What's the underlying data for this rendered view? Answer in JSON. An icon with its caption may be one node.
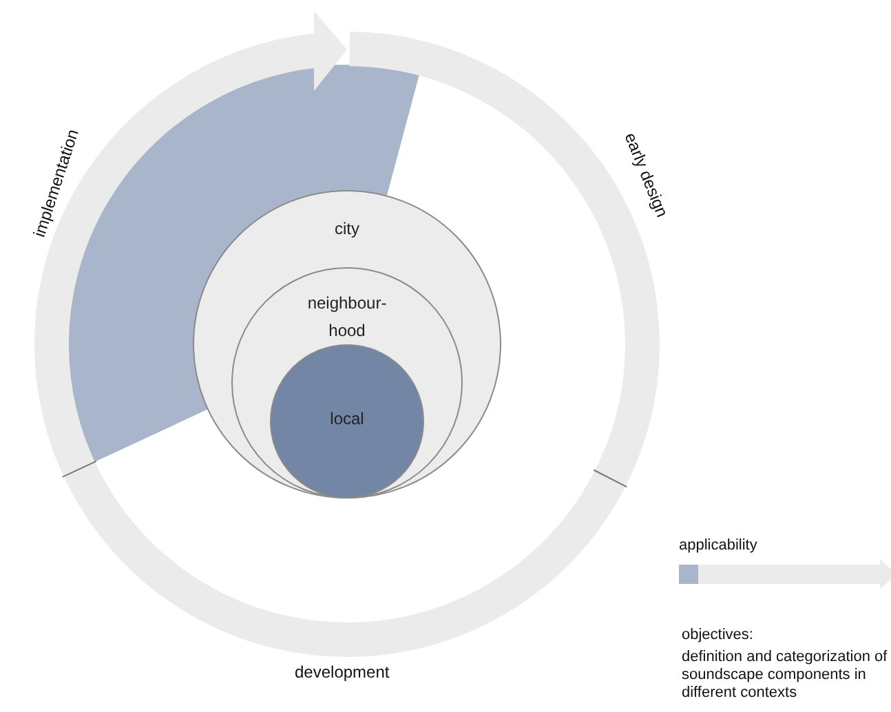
{
  "diagram": {
    "nodes": [
      {
        "text": [
          "city"
        ]
      },
      {
        "text": [
          "neighbour-hood"
        ],
        "in": 0
      },
      {
        "text": [
          "local"
        ],
        "in": 1
      }
    ],
    "labels": [
      "implementation",
      "early design",
      "development",
      "objectives:",
      "definition and categorization of soundscape components in different contexts"
    ],
    "legend": [
      {
        "text": "applicability",
        "color": "#a9b5cb"
      }
    ]
  }
}
